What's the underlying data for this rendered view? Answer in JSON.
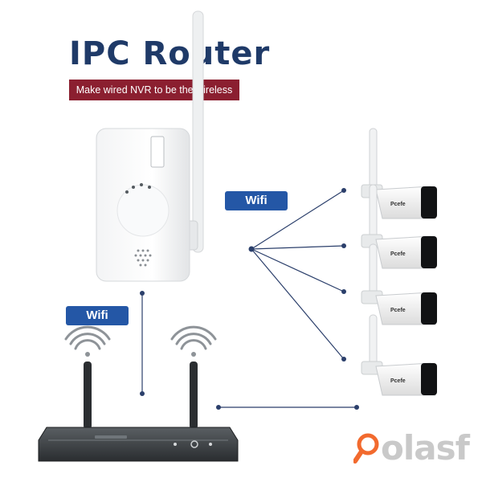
{
  "header": {
    "title": "IPC Router",
    "subtitle": "Make wired NVR to be the wireless"
  },
  "labels": {
    "wifi_top": "Wifi",
    "wifi_left": "Wifi",
    "camera_brand": "Pcefe"
  },
  "watermark": {
    "text": "olasf",
    "icon": "magnifier-icon"
  },
  "colors": {
    "title": "#1f3a68",
    "subtitle_bg": "#8b1f30",
    "wifi_badge": "#2457a6",
    "lines": "#2b3f6b",
    "watermark_orange": "#f26a2e"
  }
}
